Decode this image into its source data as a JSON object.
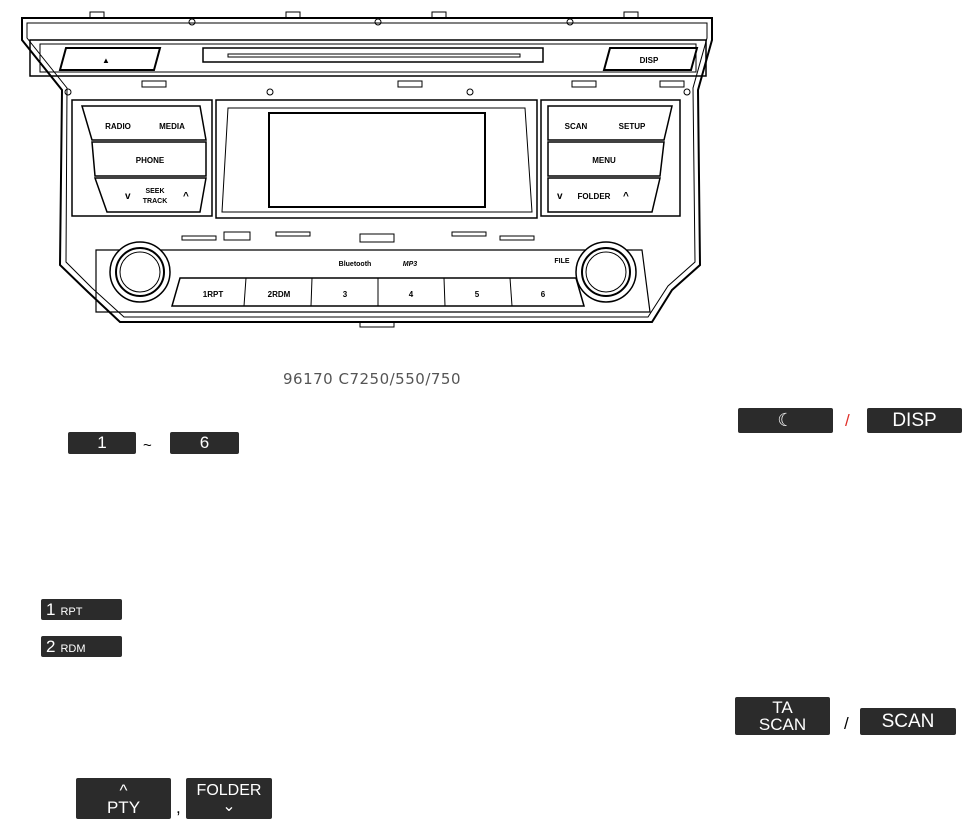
{
  "radio": {
    "buttons": {
      "eject": "▲",
      "disp": "DISP",
      "radio": "RADIO",
      "media": "MEDIA",
      "phone": "PHONE",
      "seek": "SEEK",
      "track": "TRACK",
      "scan": "SCAN",
      "setup": "SETUP",
      "menu": "MENU",
      "folder": "FOLDER",
      "file": "FILE",
      "bluetooth": "Bluetooth",
      "mp3": "MP3"
    },
    "presets": [
      "1RPT",
      "2RDM",
      "3",
      "4",
      "5",
      "6"
    ]
  },
  "model_number": "96170 C7250/550/750",
  "keys": {
    "preset_1": "1",
    "preset_6": "6",
    "tilde": "~",
    "moon": "☾",
    "slash": "/",
    "disp": "DISP",
    "rpt_num": "1",
    "rpt_label": "RPT",
    "rdm_num": "2",
    "rdm_label": "RDM",
    "ta": "TA",
    "ta_scan": "SCAN",
    "scan": "SCAN",
    "pty_arrow": "^",
    "pty": "PTY",
    "comma": ",",
    "folder": "FOLDER",
    "folder_arrow": "⌄"
  },
  "colors": {
    "key_bg": "#2b2b2b",
    "slash_red": "#e0302a"
  }
}
